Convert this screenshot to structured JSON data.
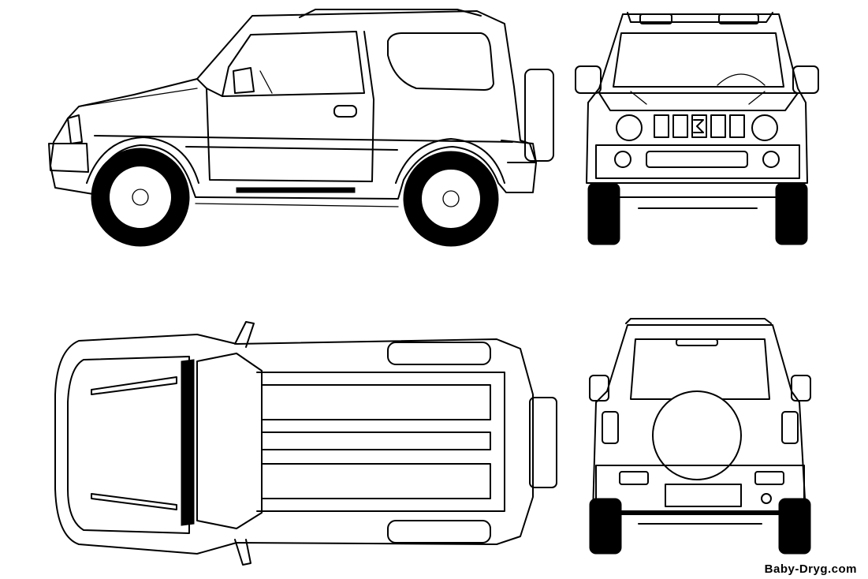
{
  "watermark": "Baby-Dryg.com",
  "views": [
    {
      "id": "side"
    },
    {
      "id": "front"
    },
    {
      "id": "top"
    },
    {
      "id": "rear"
    }
  ]
}
